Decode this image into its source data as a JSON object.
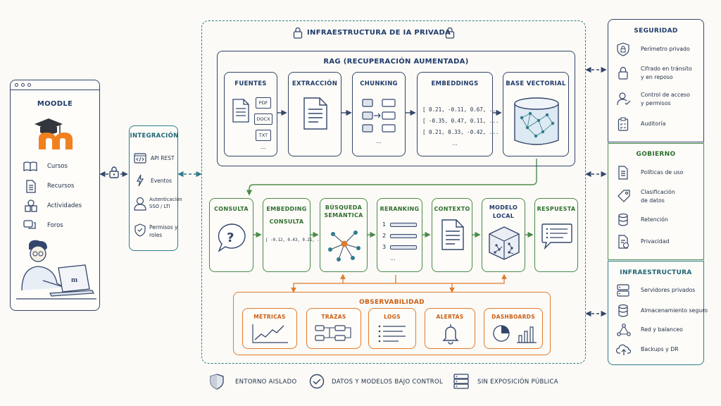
{
  "moodle": {
    "title": "MOODLE",
    "items": [
      {
        "label": "Cursos",
        "icon": "book-icon"
      },
      {
        "label": "Recursos",
        "icon": "document-icon"
      },
      {
        "label": "Actividades",
        "icon": "puzzle-icon"
      },
      {
        "label": "Foros",
        "icon": "forum-icon"
      }
    ]
  },
  "integracion": {
    "title": "INTEGRACIÓN",
    "items": [
      {
        "label": "API REST",
        "icon": "code-window-icon"
      },
      {
        "label": "Eventos",
        "icon": "lightning-icon"
      },
      {
        "label_1": "Autenticación",
        "label_2": "SSO / LTI",
        "icon": "user-icon"
      },
      {
        "label_1": "Permisos y",
        "label_2": "roles",
        "icon": "shield-check-icon"
      }
    ]
  },
  "infra_privada": {
    "title": "INFRAESTRUCTURA DE IA PRIVADA"
  },
  "rag": {
    "title": "RAG (RECUPERACIÓN AUMENTADA)",
    "fuentes": {
      "title": "FUENTES",
      "formats": [
        "PDF",
        "DOCX",
        "TXT"
      ],
      "more": "..."
    },
    "extraccion": {
      "title": "EXTRACCIÓN"
    },
    "chunking": {
      "title": "CHUNKING",
      "more": "..."
    },
    "embeddings": {
      "title": "EMBEDDINGS",
      "vectors": [
        "[ 0.21, -0.11, 0.67, ... ]",
        "[ -0.35, 0.47, 0.11, ... ]",
        "[ 0.21, 0.33, -0.42, ... ]"
      ],
      "more": "..."
    },
    "base_vectorial": {
      "title": "BASE VECTORIAL"
    }
  },
  "pipeline": {
    "consulta": {
      "title": "CONSULTA"
    },
    "embedding": {
      "title_1": "EMBEDDING",
      "title_2": "CONSULTA",
      "vector": "[ -0.12, 0.43, 0.21, ... ]"
    },
    "busqueda": {
      "title_1": "BÚSQUEDA",
      "title_2": "SEMÁNTICA"
    },
    "reranking": {
      "title": "RERANKING",
      "ranks": [
        "1",
        "2",
        "3"
      ],
      "more": "..."
    },
    "contexto": {
      "title": "CONTEXTO"
    },
    "modelo": {
      "title_1": "MODELO",
      "title_2": "LOCAL"
    },
    "respuesta": {
      "title": "RESPUESTA"
    }
  },
  "observabilidad": {
    "title": "OBSERVABILIDAD",
    "items": [
      {
        "title": "MÉTRICAS",
        "icon": "line-chart-icon"
      },
      {
        "title": "TRAZAS",
        "icon": "trace-icon"
      },
      {
        "title": "LOGS",
        "icon": "log-lines-icon"
      },
      {
        "title": "ALERTAS",
        "icon": "bell-icon"
      },
      {
        "title": "DASHBOARDS",
        "icon": "dashboard-icon"
      }
    ]
  },
  "seguridad": {
    "title": "SEGURIDAD",
    "items": [
      {
        "label_1": "Perímetro privado",
        "label_2": "",
        "icon": "shield-lock-icon"
      },
      {
        "label_1": "Cifrado en tránsito",
        "label_2": "y en reposo",
        "icon": "lock-icon"
      },
      {
        "label_1": "Control de acceso",
        "label_2": "y permisos",
        "icon": "user-check-icon"
      },
      {
        "label_1": "Auditoría",
        "label_2": "",
        "icon": "clipboard-icon"
      }
    ]
  },
  "gobierno": {
    "title": "GOBIERNO",
    "items": [
      {
        "label_1": "Políticas de uso",
        "label_2": "",
        "icon": "policy-doc-icon"
      },
      {
        "label_1": "Clasificación",
        "label_2": "de datos",
        "icon": "tag-icon"
      },
      {
        "label_1": "Retención",
        "label_2": "",
        "icon": "database-icon"
      },
      {
        "label_1": "Privacidad",
        "label_2": "",
        "icon": "privacy-doc-icon"
      }
    ]
  },
  "infraestructura": {
    "title": "INFRAESTRUCTURA",
    "items": [
      {
        "label": "Servidores privados",
        "icon": "server-icon"
      },
      {
        "label": "Almacenamiento seguro",
        "icon": "storage-icon"
      },
      {
        "label": "Red y balanceo",
        "icon": "network-icon"
      },
      {
        "label": "Backups y DR",
        "icon": "cloud-backup-icon"
      }
    ]
  },
  "footer": {
    "items": [
      {
        "label": "ENTORNO AISLADO",
        "icon": "shield-icon"
      },
      {
        "label": "DATOS Y MODELOS BAJO CONTROL",
        "icon": "check-circle-icon"
      },
      {
        "label": "SIN EXPOSICIÓN PÚBLICA",
        "icon": "server-stack-icon"
      }
    ]
  },
  "colors": {
    "navy": "#34466b",
    "green": "#4a8a4a",
    "orange": "#e07b2e",
    "teal": "#2f7c8c",
    "moodle_orange": "#f1801f"
  }
}
